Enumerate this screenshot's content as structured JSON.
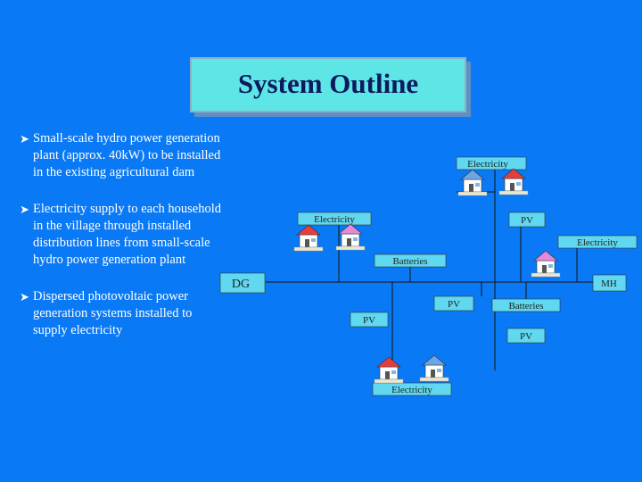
{
  "title": "System Outline",
  "bullets": [
    "Small-scale hydro power generation plant (approx. 40kW) to be installed in the existing agricultural dam",
    "Electricity supply to each household in the village through installed distribution lines from small-scale hydro power generation plant",
    "Dispersed photovoltaic power generation systems installed to supply electricity"
  ],
  "diagram": {
    "labels": {
      "elec1": "Electricity",
      "elec2": "Electricity",
      "elec3": "Electricity",
      "elec4": "Electricity",
      "pv1": "PV",
      "pv2": "PV",
      "pv3": "PV",
      "pv4": "PV",
      "bat1": "Batteries",
      "bat2": "Batteries",
      "dg": "DG",
      "mh": "MH"
    },
    "colors": {
      "box_fill": "#5fd8f0",
      "house_red": "#e53e3e",
      "house_pink": "#e58ad8",
      "house_blue": "#6aa6e8",
      "line": "#111111"
    }
  }
}
